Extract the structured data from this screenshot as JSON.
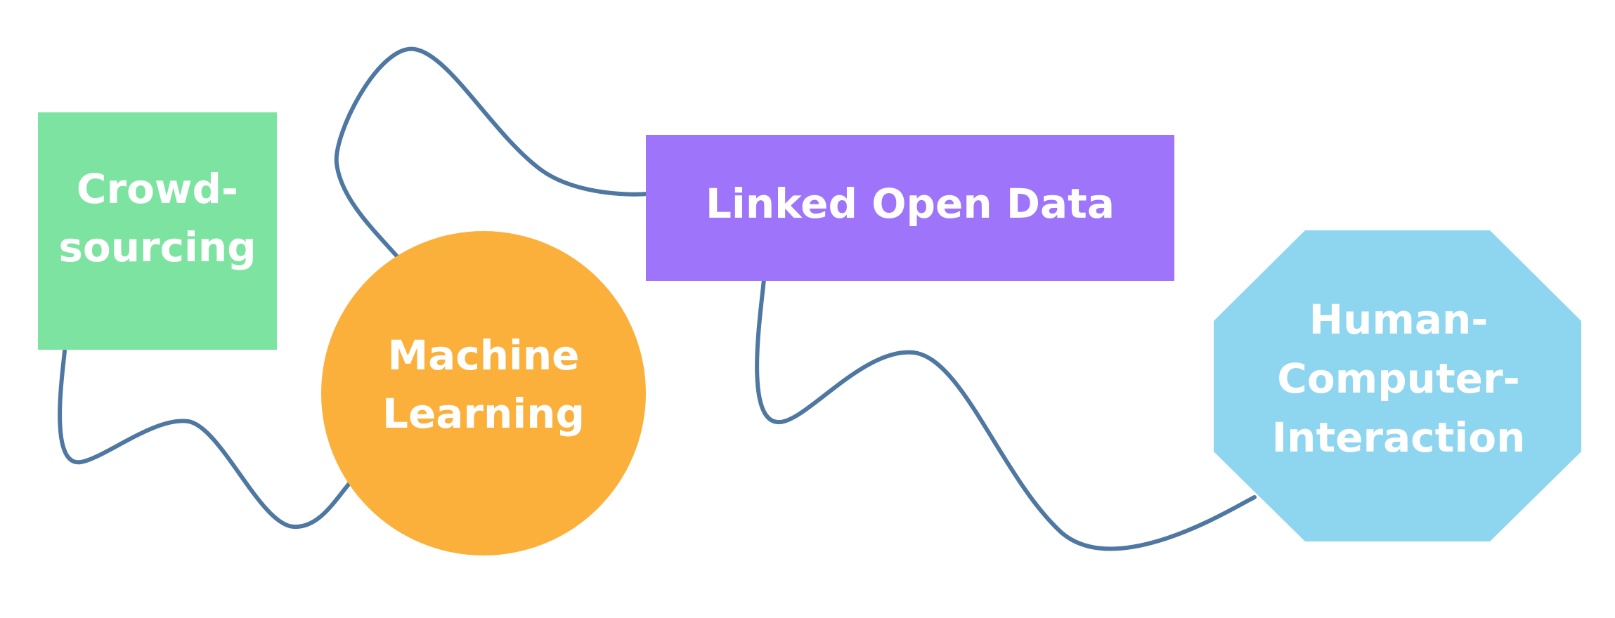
{
  "colors": {
    "connector": "#4e77a2",
    "label": "#ffffff",
    "crowdsourcing": "#7de3a0",
    "machine_learning": "#fbb03b",
    "linked_open_data": "#9e74fa",
    "hci": "#8ed5ef"
  },
  "nodes": {
    "crowdsourcing": {
      "shape": "rectangle",
      "lines": [
        "Crowd-",
        "sourcing"
      ]
    },
    "machine_learning": {
      "shape": "circle",
      "lines": [
        "Machine",
        "Learning"
      ]
    },
    "linked_open_data": {
      "shape": "rectangle",
      "lines": [
        "Linked Open Data"
      ]
    },
    "hci": {
      "shape": "octagon",
      "lines": [
        "Human-",
        "Computer-",
        "Interaction"
      ]
    }
  },
  "connections": [
    {
      "from": "Crowd-sourcing",
      "to": "Machine Learning"
    },
    {
      "from": "Machine Learning",
      "to": "Linked Open Data"
    },
    {
      "from": "Linked Open Data",
      "to": "Human-Computer-Interaction"
    }
  ]
}
